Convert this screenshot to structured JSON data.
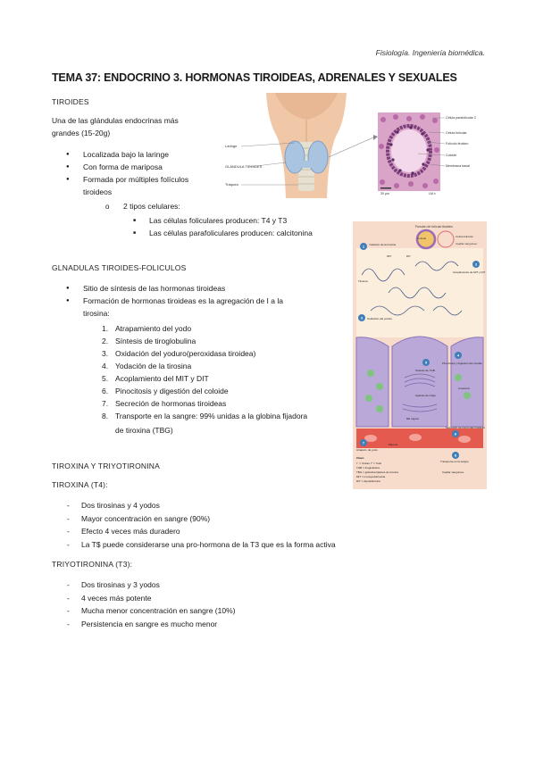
{
  "header": {
    "course": "Fisiología. Ingeniería biomédica."
  },
  "title": "TEMA 37: ENDOCRINO 3. HORMONAS TIROIDEAS, ADRENALES Y SEXUALES",
  "tiroides": {
    "heading": "TIROIDES",
    "intro": [
      "Una de las glándulas endocrinas más",
      "grandes (15-20g)"
    ],
    "bullets": [
      "Localizada bajo la laringe",
      "Con forma de mariposa",
      "Formada por múltiples folículos"
    ],
    "bullet_cont": "tiroideos",
    "sub": "2 tipos celulares:",
    "subsub": [
      "Las células foliculares producen: T4 y T3",
      "Las células parafoliculares producen: calcitonina"
    ]
  },
  "figure1": {
    "labels": [
      "Laringe",
      "GLÁNDULA TIROIDES",
      "Tráquea",
      "Célula parafolicular C",
      "Célula folicular",
      "Folículo tiroideo",
      "Coloide",
      "Membrana basal"
    ],
    "scale": "30 µm",
    "tag": "LM x"
  },
  "foliculos": {
    "heading": "GLNADULAS TIROIDES-FOLICULOS",
    "bullets": [
      "Sitio de síntesis de las hormonas tiroideas",
      "Formación de hormonas tiroideas es la agregación de I a la"
    ],
    "bullet_cont": "tirosina:",
    "steps": [
      {
        "n": "1.",
        "t": "Atrapamiento del yodo"
      },
      {
        "n": "2.",
        "t": "Síntesis de tiroglobulina"
      },
      {
        "n": "3.",
        "t": "Oxidación del yoduro(peroxidasa tiroidea)"
      },
      {
        "n": "4.",
        "t": "Yodación de la tirosina"
      },
      {
        "n": "5.",
        "t": "Acoplamiento del MIT y DIT"
      },
      {
        "n": "6.",
        "t": "Pinocitosis y digestión del coloide"
      },
      {
        "n": "7.",
        "t": "Secreción de hormonas tiroideas"
      },
      {
        "n": "8.",
        "t": "Transporte en la sangre: 99% unidas a la globina fijadora"
      }
    ],
    "step8_cont": "de tiroxina (TBG)"
  },
  "figure2": {
    "labels": [
      "Función de folículo tiroideo",
      "Coloide",
      "Célula folicular",
      "Capilar sanguíneo",
      "Yodación de la tirosina",
      "Acoplamiento de MIT y DIT",
      "MIT",
      "DIT",
      "Tirosina",
      "Oxidación del yoduro",
      "Pinocitosis y digestión del coloide",
      "Síntesis de TGB",
      "Aparato de Golgi",
      "RE rugoso",
      "Lisosoma",
      "Secreción de hormonas tiroideas",
      "Atrapam. de yodo",
      "Transporte en la sangre",
      "Plasma",
      "Capilar sanguíneo",
      "Clave:",
      "I⁻ = Yoduro  I° = Yodo",
      "TGB = tiroglobulina",
      "TBG = globulina fijadora de tiroxina",
      "MIT = monoyodotirosina",
      "DIT = diyodotirosina"
    ],
    "nums": [
      "1",
      "2",
      "3",
      "4",
      "5",
      "6",
      "7",
      "8"
    ]
  },
  "tiroxina_section": {
    "heading": "TIROXINA Y TRIYOTIRONINA",
    "t4_heading": "TIROXINA (T4):",
    "t4_items": [
      "Dos tirosinas y 4 yodos",
      "Mayor concentración en sangre (90%)",
      "Efecto 4 veces más duradero",
      "La T$ puede considerarse una pro-hormona de la T3 que es la forma activa"
    ],
    "t3_heading": "TRIYOTIRONINA (T3):",
    "t3_items": [
      "Dos tirosinas y 3 yodos",
      "4 veces más potente",
      "Mucha menor concentración en sangre (10%)",
      "Persistencia en sangre es mucho menor"
    ]
  }
}
